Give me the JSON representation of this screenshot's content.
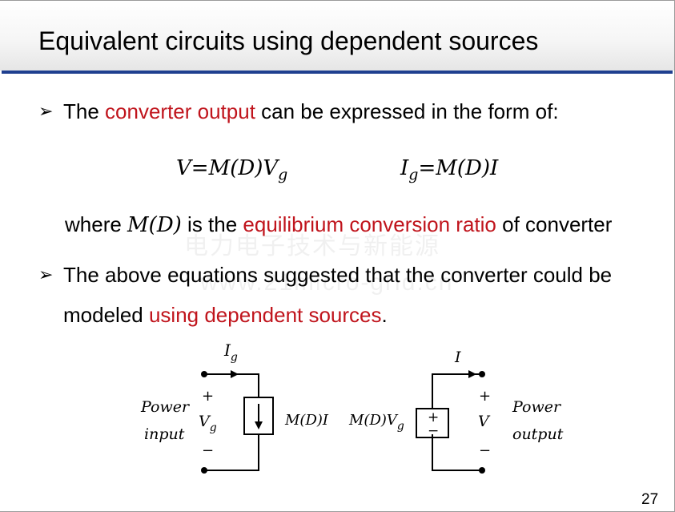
{
  "slide": {
    "title": "Equivalent circuits using dependent sources",
    "page_number": "27",
    "bullet_glyph": "➢"
  },
  "bullet1": {
    "pre": "The ",
    "highlight": "converter output",
    "post": " can be expressed in the form of:"
  },
  "equations": {
    "eq1": {
      "lhs": "V",
      "eq": "=",
      "rhs": "M(D)V",
      "sub": "g"
    },
    "eq2": {
      "lhs": "I",
      "lhs_sub": "g",
      "eq": "=",
      "rhs": "M(D)I"
    }
  },
  "where_line": {
    "pre": "where ",
    "math": "M(D)",
    "mid": " is the ",
    "highlight": "equilibrium conversion ratio",
    "post": " of converter"
  },
  "bullet2": {
    "line1": "The above equations suggested that the converter could be",
    "line2_pre": "modeled ",
    "line2_highlight": "using dependent sources",
    "line2_post": "."
  },
  "watermark": {
    "line1": "电力电子技术与新能源",
    "line2": "www.21micro-grid.cn"
  },
  "circuit": {
    "left_label_line1": "Power",
    "left_label_line2": "input",
    "left_plus": "+",
    "left_minus": "−",
    "left_voltage": "V",
    "left_voltage_sub": "g",
    "left_current": "I",
    "left_current_sub": "g",
    "left_source_label": "M(D)I",
    "right_source_label": "M(D)V",
    "right_source_label_sub": "g",
    "right_current": "I",
    "right_plus": "+",
    "right_minus": "−",
    "right_voltage": "V",
    "right_label_line1": "Power",
    "right_label_line2": "output",
    "src_plus": "+",
    "src_minus": "−"
  },
  "colors": {
    "accent_red": "#c0141c",
    "title_rule": "#1f3f8f"
  }
}
